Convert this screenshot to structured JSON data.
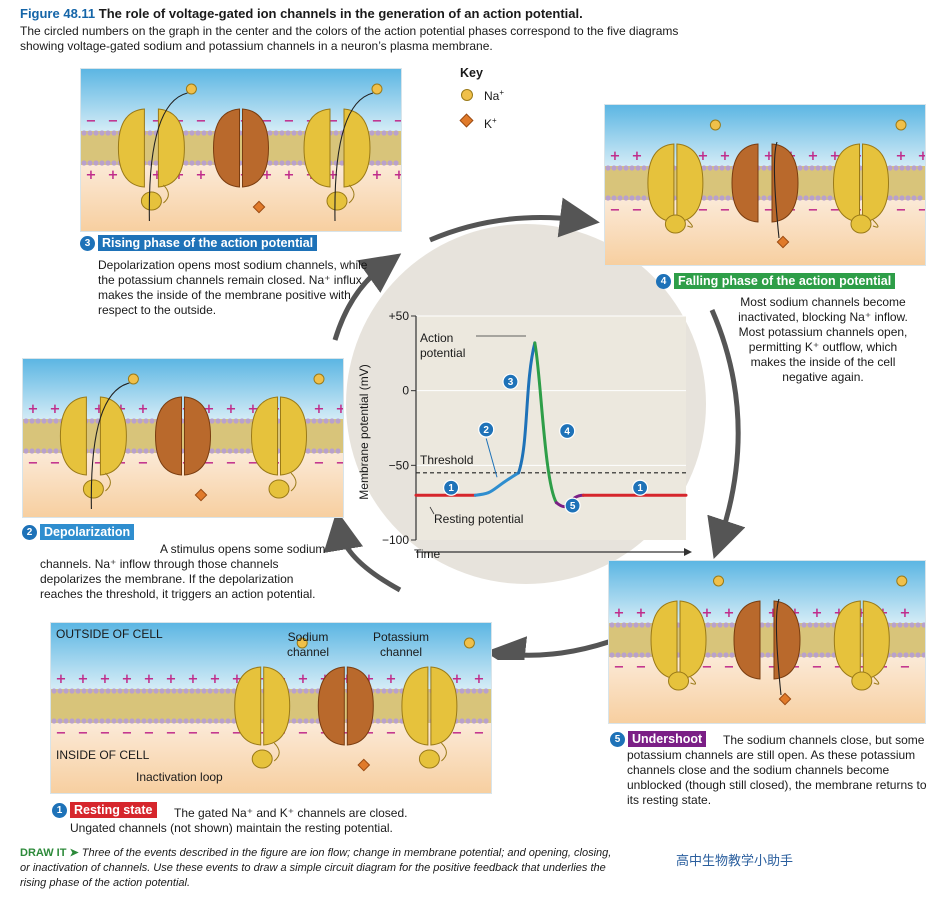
{
  "figure": {
    "label": "Figure 48.11",
    "title": "The role of voltage-gated ion channels in the generation of an action potential.",
    "caption": "The circled numbers on the graph in the center and the colors of the action potential phases correspond to the five diagrams showing voltage-gated sodium and potassium channels in a neuron’s plasma membrane."
  },
  "key": {
    "title": "Key",
    "na": "Na",
    "na_sup": "+",
    "k": "K",
    "k_sup": "+"
  },
  "colors": {
    "rising": "#1e72b8",
    "falling": "#2e9e48",
    "undershoot": "#7b1f86",
    "resting": "#d6262c",
    "depol": "#2f8ecf",
    "sodium": "#e6c23c",
    "potassium": "#b9692c"
  },
  "steps": [
    {
      "num": "1",
      "title": "Resting state",
      "text": "The gated Na⁺ and K⁺ channels are closed. Ungated channels (not shown) maintain the resting potential."
    },
    {
      "num": "2",
      "title": "Depolarization",
      "text": "A stimulus opens some sodium channels. Na⁺ inflow through those channels depolarizes the membrane. If the depolarization reaches the threshold, it triggers an action potential."
    },
    {
      "num": "3",
      "title": "Rising phase of the action potential",
      "text": "Depolarization opens most sodium channels, while the potassium channels remain closed. Na⁺ influx makes the inside of the membrane positive with respect to the outside."
    },
    {
      "num": "4",
      "title": "Falling phase of the action potential",
      "text": "Most sodium channels become inactivated, blocking Na⁺ inflow. Most potassium channels open, permitting K⁺ outflow, which makes the inside of the cell negative again."
    },
    {
      "num": "5",
      "title": "Undershoot",
      "text": "The sodium channels close, but some potassium channels are still open. As these potassium channels close and the sodium channels become unblocked (though still closed), the membrane returns to its resting state."
    }
  ],
  "panel_labels": {
    "outside": "OUTSIDE OF CELL",
    "inside": "INSIDE OF CELL",
    "sodium_channel": "Sodium channel",
    "potassium_channel": "Potassium channel",
    "inactivation_loop": "Inactivation loop"
  },
  "graph": {
    "ylabel": "Membrane potential (mV)",
    "xlabel": "Time",
    "yticks": [
      "+50",
      "0",
      "−50",
      "−100"
    ],
    "action_potential": "Action potential",
    "threshold": "Threshold",
    "resting_potential": "Resting potential",
    "phase_numbers": [
      "1",
      "2",
      "3",
      "4",
      "5",
      "1"
    ]
  },
  "chart_data": {
    "type": "line",
    "xlabel": "Time",
    "ylabel": "Membrane potential (mV)",
    "ylim": [
      -100,
      50
    ],
    "threshold": -55,
    "resting": -70,
    "segments": [
      {
        "phase": "resting",
        "x": [
          0,
          0.22
        ],
        "y": [
          -70,
          -70
        ]
      },
      {
        "phase": "depolarization",
        "x": [
          0.22,
          0.38
        ],
        "y": [
          -70,
          -55
        ]
      },
      {
        "phase": "rising",
        "x": [
          0.38,
          0.44
        ],
        "y": [
          -55,
          32
        ]
      },
      {
        "phase": "falling",
        "x": [
          0.44,
          0.52
        ],
        "y": [
          32,
          -75
        ]
      },
      {
        "phase": "undershoot",
        "x": [
          0.52,
          0.62
        ],
        "y": [
          -75,
          -70
        ]
      },
      {
        "phase": "resting",
        "x": [
          0.62,
          1.0
        ],
        "y": [
          -70,
          -70
        ]
      }
    ]
  },
  "draw_it": {
    "lead": "DRAW IT ➤",
    "text": "Three of the events described in the figure are ion flow; change in membrane potential; and opening, closing, or inactivation of channels. Use these events to draw a simple circuit diagram for the positive feedback that underlies the rising phase of the action potential."
  },
  "watermark": "高中生物教学小助手"
}
